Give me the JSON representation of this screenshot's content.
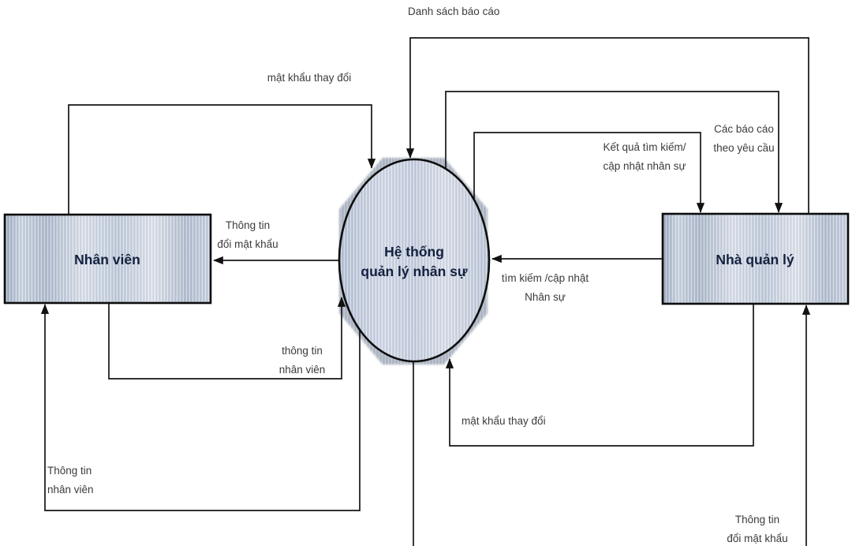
{
  "diagram": {
    "process": {
      "name": [
        "Hệ thống",
        "quản lý nhân sự"
      ]
    },
    "entities": {
      "employee": {
        "name": "Nhân viên"
      },
      "manager": {
        "name": "Nhà quản lý"
      }
    },
    "flows": {
      "report_list": {
        "lines": [
          "Danh sách báo cáo"
        ],
        "from": "Nhà quản lý",
        "to": "Hệ thống quản lý nhân sự"
      },
      "password_changed_top": {
        "lines": [
          "mật khẩu thay đổi"
        ],
        "from": "Nhân viên",
        "to": "Hệ thống quản lý nhân sự"
      },
      "requested_reports": {
        "lines": [
          "Các báo cáo",
          "theo yêu cầu"
        ],
        "from": "Hệ thống quản lý nhân sự",
        "to": "Nhà quản lý"
      },
      "search_update_results": {
        "lines": [
          "Kết quả tìm kiếm/",
          "cập nhật nhân sự"
        ],
        "from": "Hệ thống quản lý nhân sự",
        "to": "Nhà quản lý"
      },
      "search_update_request": {
        "lines": [
          "tìm kiếm /cập nhật",
          "Nhân sự"
        ],
        "from": "Nhà quản lý",
        "to": "Hệ thống quản lý nhân sự"
      },
      "password_change_info_left": {
        "lines": [
          "Thông tin",
          "đổi mật khẩu"
        ],
        "from": "Hệ thống quản lý nhân sự",
        "to": "Nhân viên"
      },
      "employee_info_in": {
        "lines": [
          "thông tin",
          "nhân viên"
        ],
        "from": "Nhân viên",
        "to": "Hệ thống quản lý nhân sự"
      },
      "employee_info_out": {
        "lines": [
          "Thông tin",
          "nhân viên"
        ],
        "from": "Hệ thống quản lý nhân sự",
        "to": "Nhân viên"
      },
      "password_changed_bottom": {
        "lines": [
          "mật khẩu thay đổi"
        ],
        "from": "Nhà quản lý",
        "to": "Hệ thống quản lý nhân sự"
      },
      "password_change_info_bottom": {
        "lines": [
          "Thông tin",
          "đổi mật khẩu"
        ],
        "to": "Nhà quản lý"
      }
    },
    "colors": {
      "background": "#ffffff",
      "connector_line": "#161616",
      "shape_border": "#0d0d0d",
      "shape_fill_light": "#dce1ea",
      "shape_fill_dark": "#9dabc0",
      "octagon_shadow": "#b0b8c4",
      "shape_text": "#13203f",
      "label_text": "#3b3b3b"
    }
  }
}
